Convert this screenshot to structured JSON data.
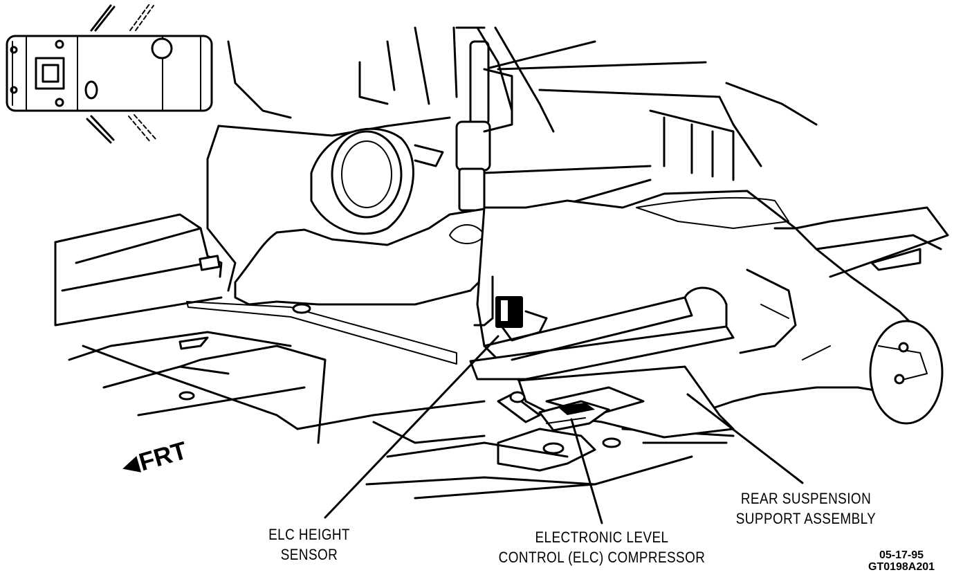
{
  "figure": {
    "orientation_label": "FRT",
    "callouts": {
      "height_sensor": [
        "ELC HEIGHT",
        "SENSOR"
      ],
      "compressor": [
        "ELECTRONIC LEVEL",
        "CONTROL (ELC) COMPRESSOR"
      ],
      "suspension_support": [
        "REAR SUSPENSION",
        "SUPPORT ASSEMBLY"
      ]
    },
    "revision_date": "05-17-95",
    "drawing_id": "GT0198A201"
  },
  "icons": {
    "front_arrow": "left-arrow-icon"
  }
}
